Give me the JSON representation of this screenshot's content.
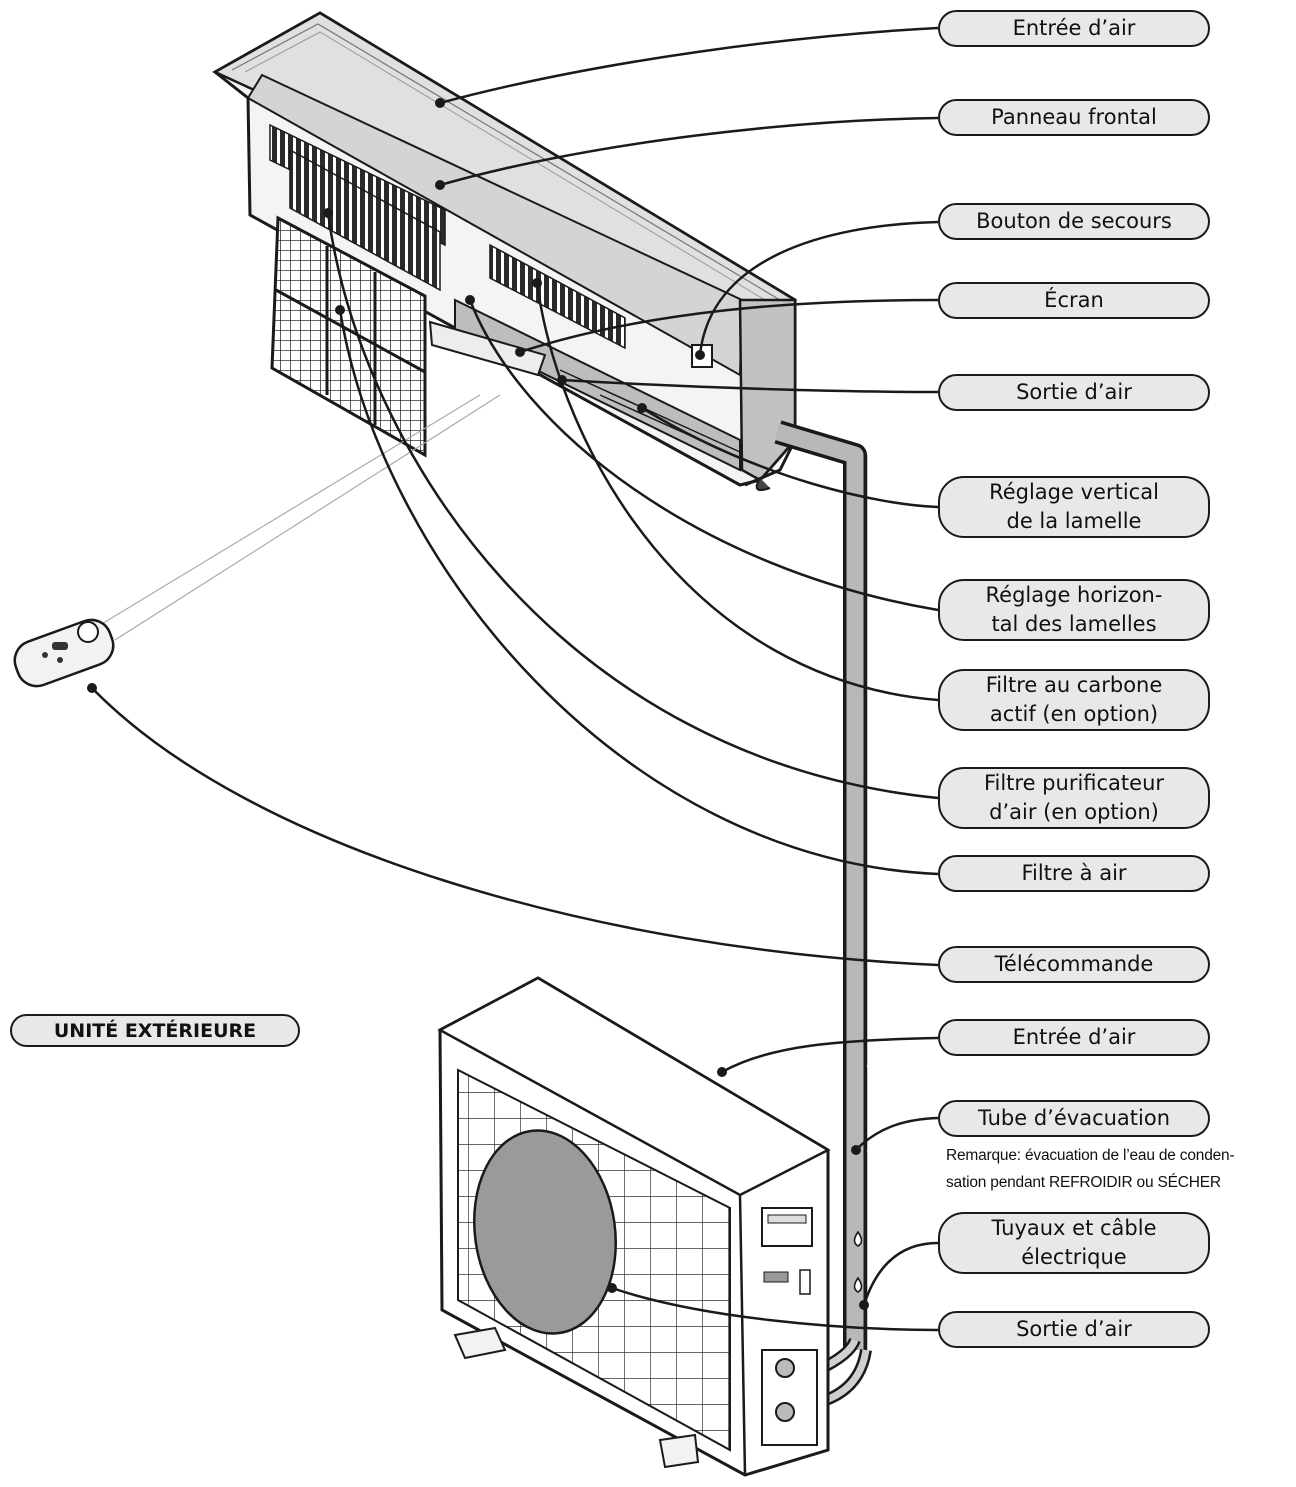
{
  "labels": {
    "air_inlet_indoor": "Entrée d’air",
    "front_panel": "Panneau frontal",
    "emergency_button": "Bouton de secours",
    "display": "Écran",
    "air_outlet_indoor": "Sortie d’air",
    "vertical_louver": "Réglage vertical\nde la lamelle",
    "horizontal_louvers": "Réglage horizon-\ntal des lamelles",
    "carbon_filter": "Filtre au carbone\nactif (en option)",
    "purifier_filter": "Filtre purificateur\nd’air (en option)",
    "air_filter": "Filtre à air",
    "remote_control": "Télécommande",
    "air_inlet_outdoor": "Entrée d’air",
    "drain_hose": "Tube d’évacuation",
    "pipes_cable": "Tuyaux et câble\nélectrique",
    "air_outlet_outdoor": "Sortie d’air"
  },
  "outdoor_unit_heading": "UNITÉ EXTÉRIEURE",
  "drain_note": "Remarque: évacuation de l’eau de conden-\nsation pendant REFROIDIR ou SÉCHER",
  "colors": {
    "line": "#1a1a1a",
    "pill_fill": "#e8e8e8",
    "body_gray": "#c9c9c9",
    "fan_gray": "#9a9a9a"
  }
}
